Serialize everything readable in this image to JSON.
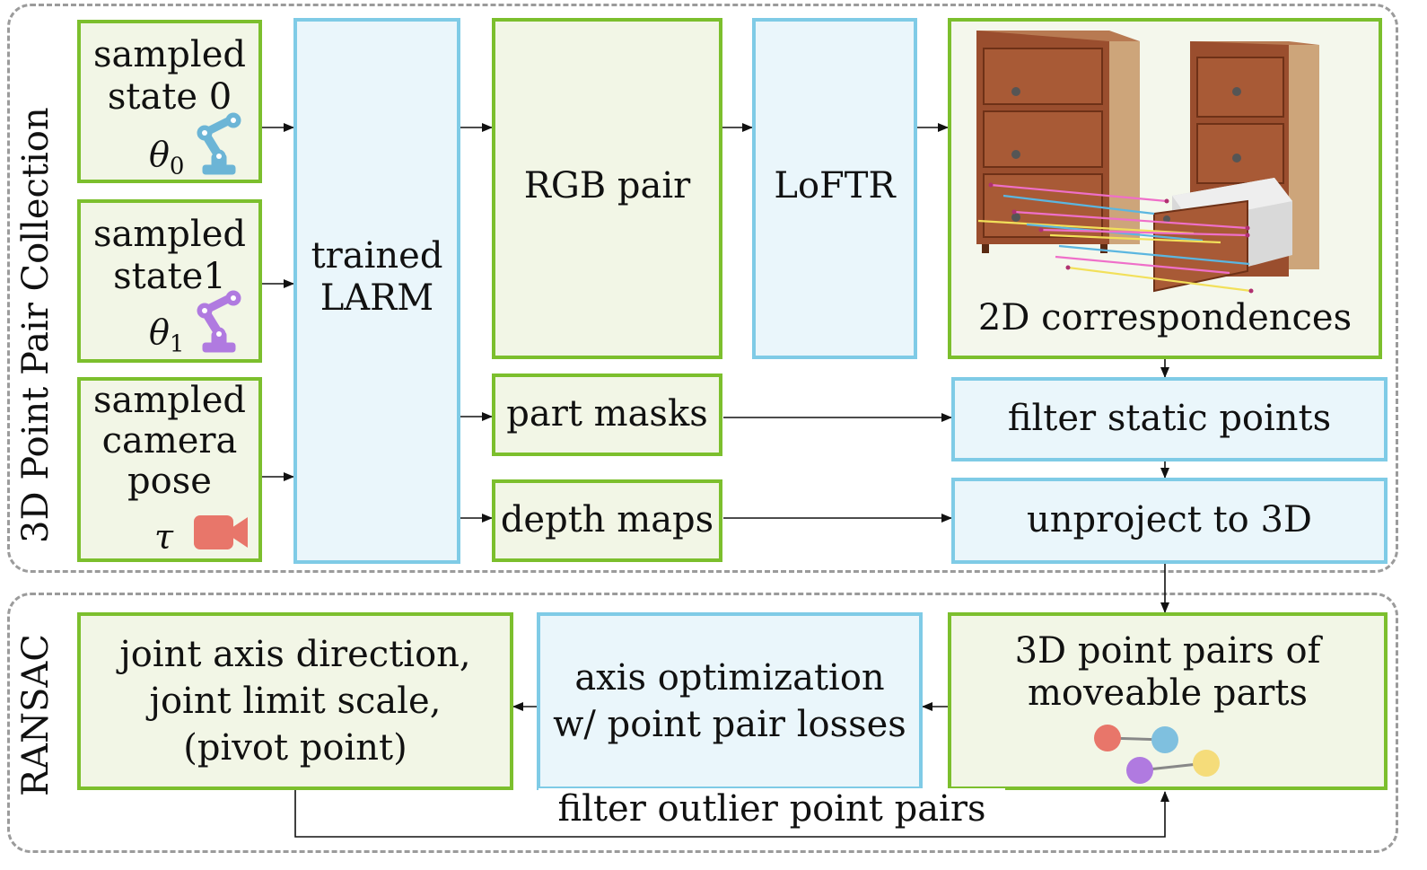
{
  "groups": {
    "collection_label": "3D Point Pair Collection",
    "ransac_label": "RANSAC"
  },
  "inputs": {
    "state0": {
      "text": "sampled\nstate 0",
      "symbol": "θ",
      "sub": "0",
      "icon": "robot-arm-icon",
      "color": "#6cb5d6"
    },
    "state1": {
      "text": "sampled\nstate1",
      "symbol": "θ",
      "sub": "1",
      "icon": "robot-arm-icon",
      "color": "#b07ae0"
    },
    "camera": {
      "text": "sampled\ncamera\npose",
      "symbol": "τ",
      "icon": "video-camera-icon",
      "color": "#e8766a"
    }
  },
  "nodes": {
    "larm": "trained\nLARM",
    "rgb": "RGB pair",
    "loftr": "LoFTR",
    "corr": "2D correspondences",
    "masks": "part masks",
    "depth": "depth maps",
    "filter": "filter static points",
    "unproject": "unproject to 3D",
    "pairs": "3D point pairs of\nmoveable parts",
    "axisopt": "axis optimization\nw/ point pair losses",
    "result": "joint axis direction,\njoint limit scale,\n(pivot point)"
  },
  "edge_labels": {
    "outlier": "filter outlier point pairs"
  },
  "colors": {
    "green_border": "#7cbf2d",
    "blue_border": "#7fcbe6",
    "wood": "#9a4e2e",
    "match_pink": "#ef6fc9",
    "match_blue": "#5bb6e0",
    "match_yellow": "#f2e05a"
  }
}
